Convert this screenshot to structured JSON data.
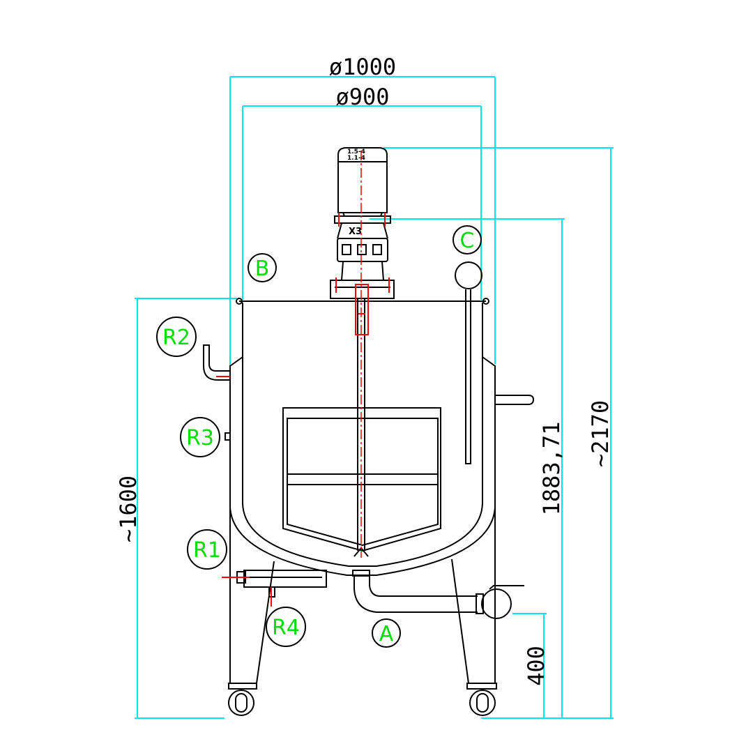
{
  "dimensions": {
    "outer_diameter": "ø1000",
    "inner_diameter": "ø900",
    "total_height": "~2170",
    "motor_flange_height": "1883,71",
    "vessel_height": "~1600",
    "outlet_height": "400"
  },
  "motor": {
    "label_top": "1.5-4",
    "label_bottom": "1.1-4",
    "gear_label": "X3"
  },
  "nozzles": {
    "a": "A",
    "b": "B",
    "c": "C",
    "r1": "R1",
    "r2": "R2",
    "r3": "R3",
    "r4": "R4"
  },
  "colors": {
    "outline": "#000000",
    "dimension": "#00e5ee",
    "centerline": "#ff0000",
    "label": "#00dd00"
  }
}
